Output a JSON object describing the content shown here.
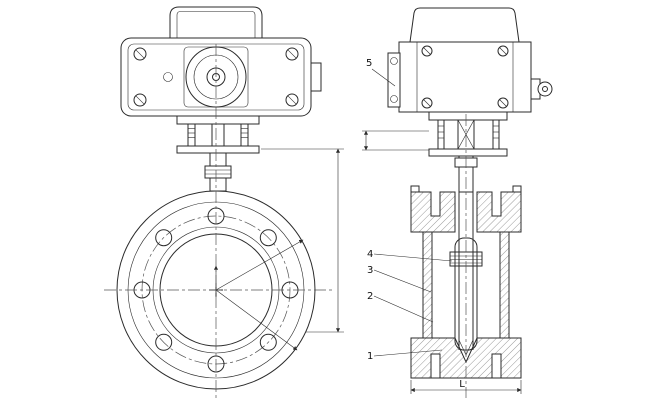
{
  "colors": {
    "background": "#ffffff",
    "line": "#2b2b2b",
    "centerline": "#555555",
    "hatch": "#555555"
  },
  "labels": {
    "part_1": "1",
    "part_2": "2",
    "part_3": "3",
    "part_4": "4",
    "part_5": "5",
    "length_dim": "L"
  }
}
